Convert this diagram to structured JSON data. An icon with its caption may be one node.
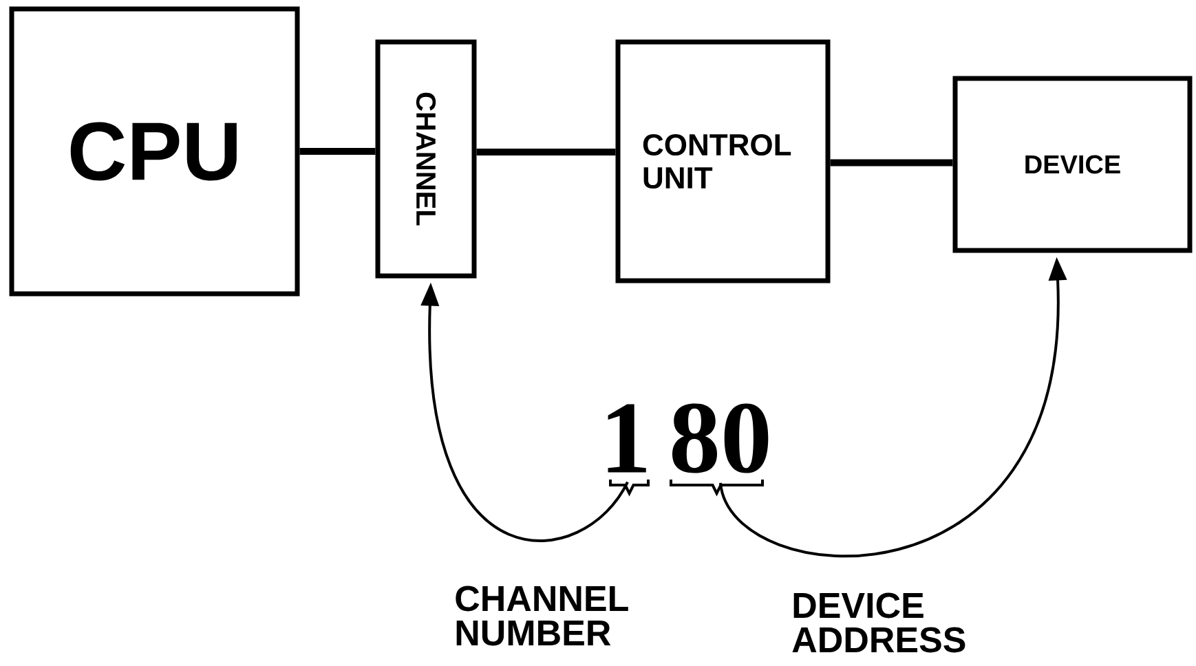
{
  "diagram": {
    "nodes": [
      {
        "text": [
          "CPU"
        ]
      },
      {
        "text": [
          "CHANNEL"
        ]
      },
      {
        "text": [
          "CONTROL UNIT"
        ]
      },
      {
        "text": [
          "DEVICE"
        ]
      },
      {
        "text": [
          "1"
        ]
      },
      {
        "text": [
          "80"
        ]
      }
    ],
    "edges": [
      {
        "from": 0,
        "to": 1,
        "arrow": "none"
      },
      {
        "from": 1,
        "to": 2,
        "arrow": "none"
      },
      {
        "from": 2,
        "to": 3,
        "arrow": "none"
      },
      {
        "from": 4,
        "to": 1,
        "arrow": "to"
      },
      {
        "from": 5,
        "to": 3,
        "arrow": "to"
      }
    ],
    "labels": [
      "CHANNEL NUMBER",
      "DEVICE ADDRESS"
    ]
  }
}
